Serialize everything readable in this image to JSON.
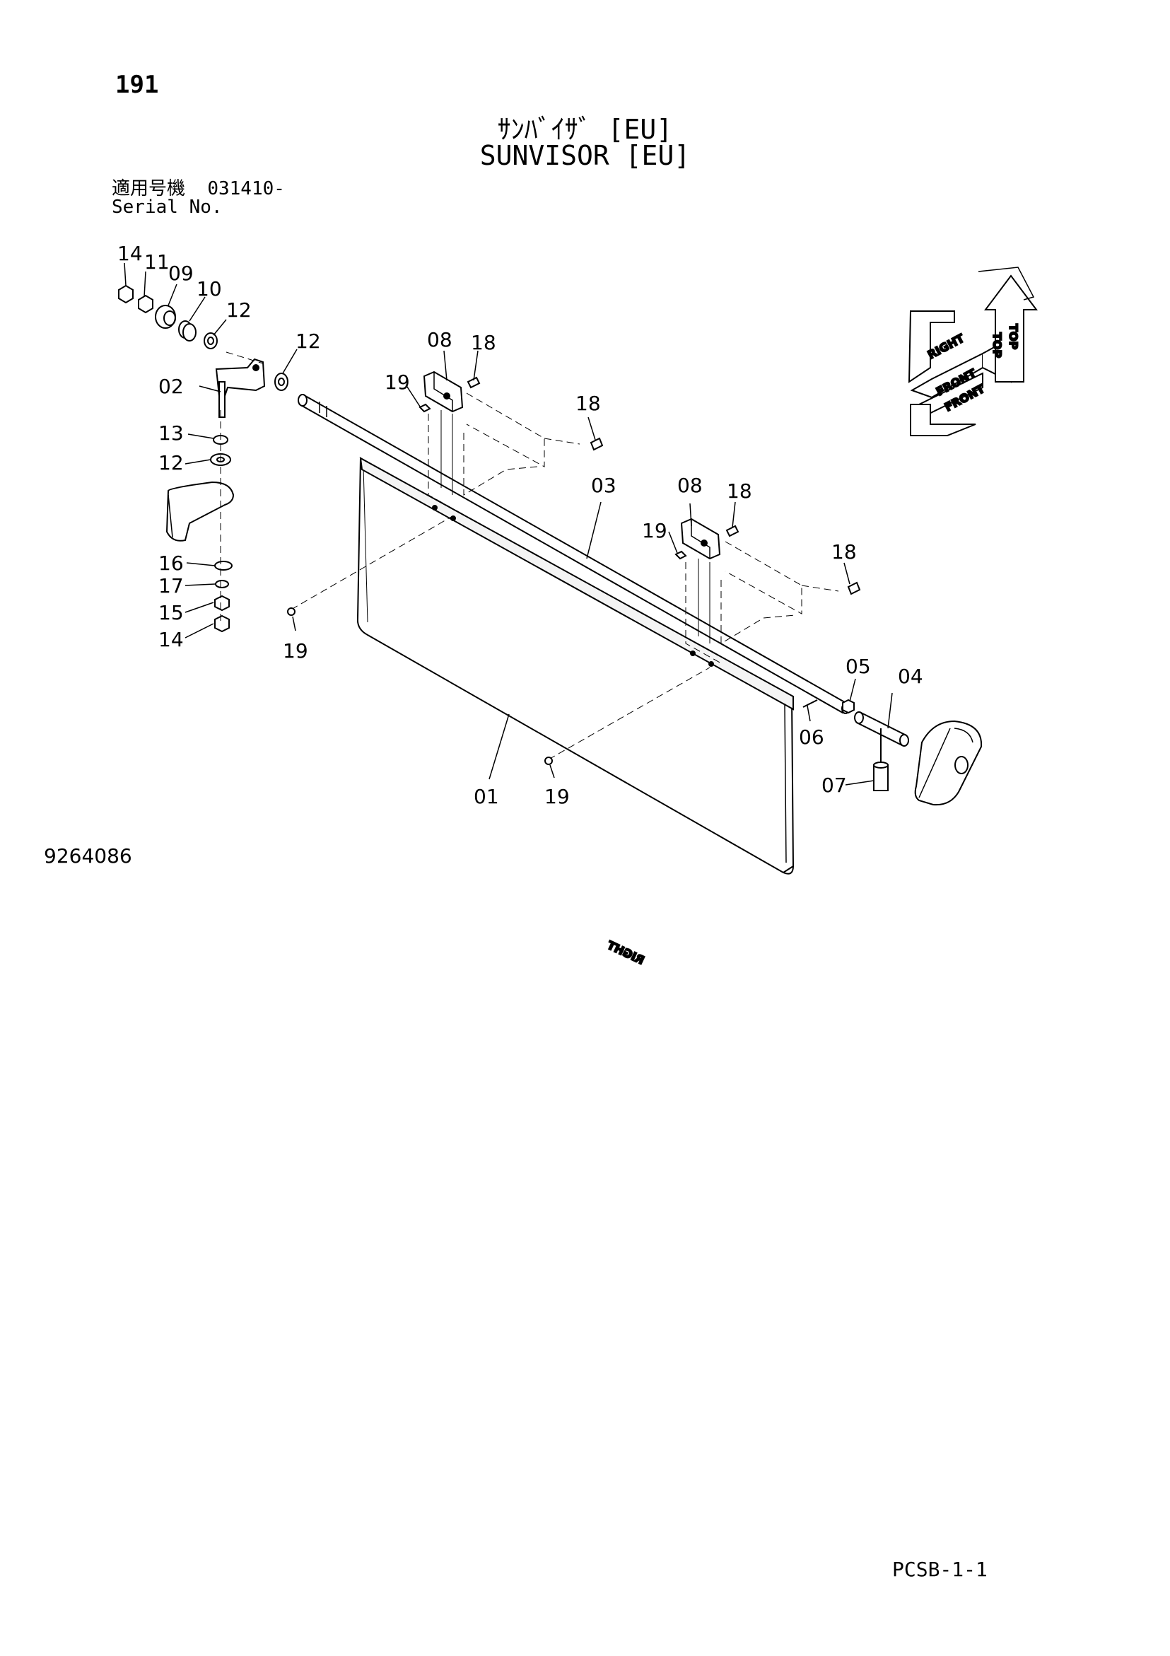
{
  "page_number": "191",
  "title_jp": "ｻﾝﾊﾞｲｻﾞ [EU]",
  "title_en": "SUNVISOR [EU]",
  "serial": {
    "label_jp": "適用号機",
    "value": "031410-",
    "label_en": "Serial No."
  },
  "drawing_number": "9264086",
  "footer_code": "PCSB-1-1",
  "orientation": {
    "top": "TOP",
    "right": "RIGHT",
    "front": "FRONT"
  },
  "callouts": {
    "c14a": "14",
    "c11": "11",
    "c09": "09",
    "c10": "10",
    "c12a": "12",
    "c12b": "12",
    "c02": "02",
    "c13": "13",
    "c12c": "12",
    "c16": "16",
    "c17": "17",
    "c15": "15",
    "c14b": "14",
    "c19a": "19",
    "c08a": "08",
    "c18a": "18",
    "c19b": "19",
    "c18b": "18",
    "c03": "03",
    "c08b": "08",
    "c18c": "18",
    "c19c": "19",
    "c18d": "18",
    "c05": "05",
    "c04": "04",
    "c06": "06",
    "c07": "07",
    "c01": "01",
    "c19d": "19"
  }
}
